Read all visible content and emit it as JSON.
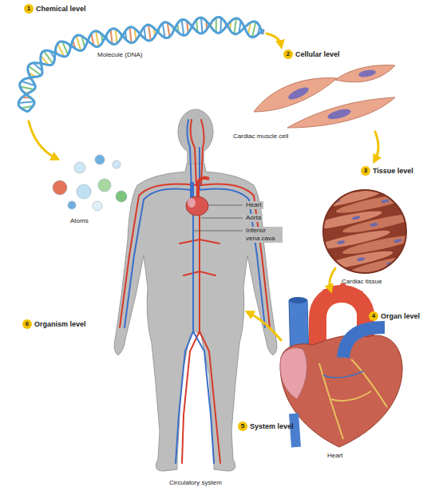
{
  "diagram": {
    "labels": [
      "1",
      "Chemical level",
      "Molecule (DNA)",
      "2",
      "Cellular level",
      "Cardiac muscle cell",
      "3",
      "Tissue level",
      "Atoms",
      "Heart",
      "Aorta",
      "Inferior vena cava",
      "Cardiac tissue",
      "6",
      "Organism level",
      "4",
      "Organ level",
      "5",
      "System level",
      "Heart",
      "Circulatory system"
    ]
  }
}
